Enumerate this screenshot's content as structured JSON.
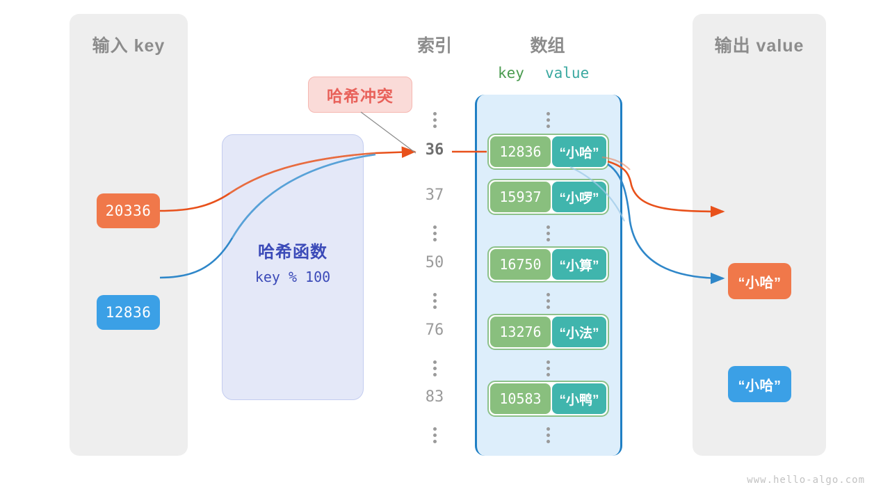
{
  "panels": {
    "input": {
      "title": "输入 key"
    },
    "output": {
      "title": "输出 value"
    }
  },
  "headings": {
    "index": "索引",
    "array": "数组",
    "key": "key",
    "value": "value"
  },
  "hash_function": {
    "title": "哈希函数",
    "formula": "key % 100"
  },
  "collision": {
    "label": "哈希冲突"
  },
  "input_keys": [
    {
      "text": "20336",
      "color": "#f0784a"
    },
    {
      "text": "12836",
      "color": "#3ba0e6"
    }
  ],
  "output_values": [
    {
      "text": "“小哈”",
      "color": "#f0784a"
    },
    {
      "text": "“小哈”",
      "color": "#3ba0e6"
    }
  ],
  "index_column": [
    {
      "type": "dots"
    },
    {
      "type": "index",
      "text": "36",
      "active": true
    },
    {
      "type": "index",
      "text": "37",
      "active": false
    },
    {
      "type": "dots"
    },
    {
      "type": "index",
      "text": "50",
      "active": false
    },
    {
      "type": "dots"
    },
    {
      "type": "index",
      "text": "76",
      "active": false
    },
    {
      "type": "dots"
    },
    {
      "type": "index",
      "text": "83",
      "active": false
    },
    {
      "type": "dots"
    }
  ],
  "buckets": [
    {
      "key": "12836",
      "value": "“小哈”"
    },
    {
      "key": "15937",
      "value": "“小啰”"
    },
    {
      "key": "16750",
      "value": "“小算”"
    },
    {
      "key": "13276",
      "value": "“小法”"
    },
    {
      "key": "10583",
      "value": "“小鸭”"
    }
  ],
  "colors": {
    "panel_bg": "#eeeeee",
    "array_bg": "#ddeefb",
    "array_border": "#1f7fc4",
    "bucket_key": "#89bf7e",
    "bucket_value": "#40b5ad",
    "hash_box_bg": "#e4e8f8",
    "hash_box_text": "#3b4ab8",
    "collision_bg": "#fadbd8",
    "collision_text": "#e8615a",
    "orange": "#f0784a",
    "blue": "#3ba0e6",
    "heading_text": "#8c8c8c"
  },
  "watermark": "www.hello-algo.com"
}
